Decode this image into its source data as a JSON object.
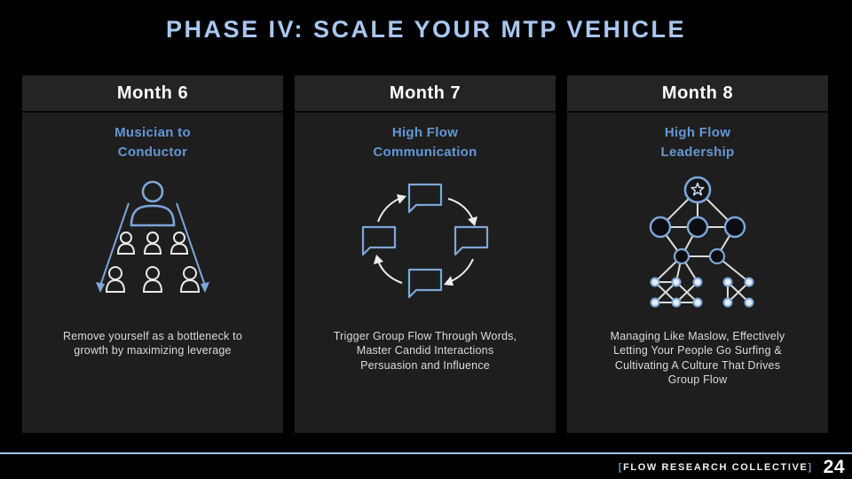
{
  "slide": {
    "title": "PHASE IV: SCALE YOUR MTP VEHICLE",
    "colors": {
      "background": "#000000",
      "card_background": "#1e1e1e",
      "card_header_background": "#242424",
      "title_blue": "#a9c7ef",
      "accent_blue": "#6397d6",
      "icon_blue": "#7da7d9",
      "footer_line_blue": "#a6c1e3"
    },
    "columns": [
      {
        "header": "Month 6",
        "subtitle": "Musician to\nConductor",
        "icon": "conductor-delegation-icon",
        "description": "Remove yourself as a bottleneck to\ngrowth by maximizing leverage"
      },
      {
        "header": "Month 7",
        "subtitle": "High Flow\nCommunication",
        "icon": "communication-cycle-icon",
        "description": "Trigger Group Flow Through Words,\nMaster Candid Interactions\nPersuasion and Influence"
      },
      {
        "header": "Month 8",
        "subtitle": "High Flow\nLeadership",
        "icon": "leadership-network-icon",
        "description": "Managing Like Maslow, Effectively\nLetting Your People Go Surfing &\nCultivating A Culture That Drives\nGroup Flow"
      }
    ],
    "footer": {
      "bracket_left": "[",
      "brand": "FLOW RESEARCH COLLECTIVE",
      "bracket_right": "]",
      "page_number": "24"
    }
  }
}
